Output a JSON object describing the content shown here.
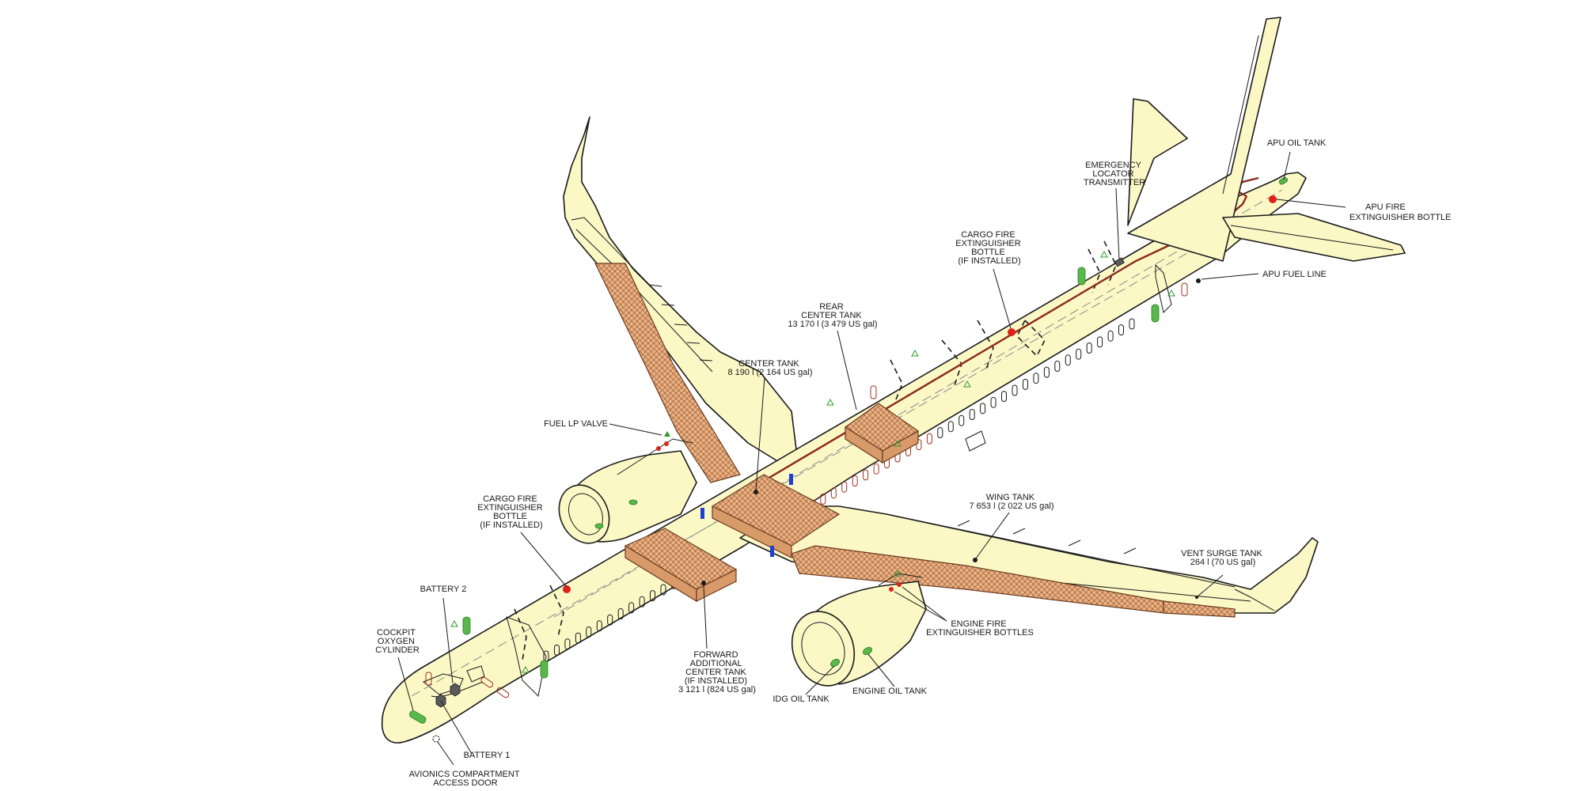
{
  "labels": {
    "apu_oil_tank": [
      "APU OIL TANK"
    ],
    "apu_fire_bottle": [
      "APU FIRE",
      "EXTINGUISHER BOTTLE"
    ],
    "apu_fuel_line": [
      "APU FUEL LINE"
    ],
    "elt": [
      "EMERGENCY",
      "LOCATOR",
      "TRANSMITTER"
    ],
    "cargo_fire_rear": [
      "CARGO FIRE",
      "EXTINGUISHER",
      "BOTTLE",
      "(IF INSTALLED)"
    ],
    "rear_center_tank": [
      "REAR",
      "CENTER TANK",
      "13 170 l (3 479 US gal)"
    ],
    "center_tank": [
      "CENTER TANK",
      "8 190 l (2 164 US gal)"
    ],
    "fuel_lp_valve": [
      "FUEL LP VALVE"
    ],
    "cargo_fire_fwd": [
      "CARGO FIRE",
      "EXTINGUISHER",
      "BOTTLE",
      "(IF INSTALLED)"
    ],
    "wing_tank": [
      "WING TANK",
      "7 653 l (2 022 US gal)"
    ],
    "vent_surge_tank": [
      "VENT SURGE TANK",
      "264 l (70 US gal)"
    ],
    "battery_2": [
      "BATTERY 2"
    ],
    "cockpit_oxygen": [
      "COCKPIT",
      "OXYGEN",
      "CYLINDER"
    ],
    "fwd_additional_tank": [
      "FORWARD",
      "ADDITIONAL",
      "CENTER TANK",
      "(IF INSTALLED)",
      "3 121 l (824 US gal)"
    ],
    "engine_fire_bottles": [
      "ENGINE FIRE",
      "EXTINGUISHER BOTTLES"
    ],
    "idg_oil_tank": [
      "IDG OIL TANK"
    ],
    "engine_oil_tank": [
      "ENGINE OIL TANK"
    ],
    "battery_1": [
      "BATTERY 1"
    ],
    "avionics_door": [
      "AVIONICS COMPARTMENT",
      "ACCESS DOOR"
    ]
  },
  "colors": {
    "airframe_fill": "#fbf8c6",
    "fuel_tank": "#e9a97a",
    "fire_bottle": "#e0201a",
    "oil_tank": "#58b84a",
    "valve_marker": "#1f3fd0",
    "outline": "#1a1a1a"
  }
}
